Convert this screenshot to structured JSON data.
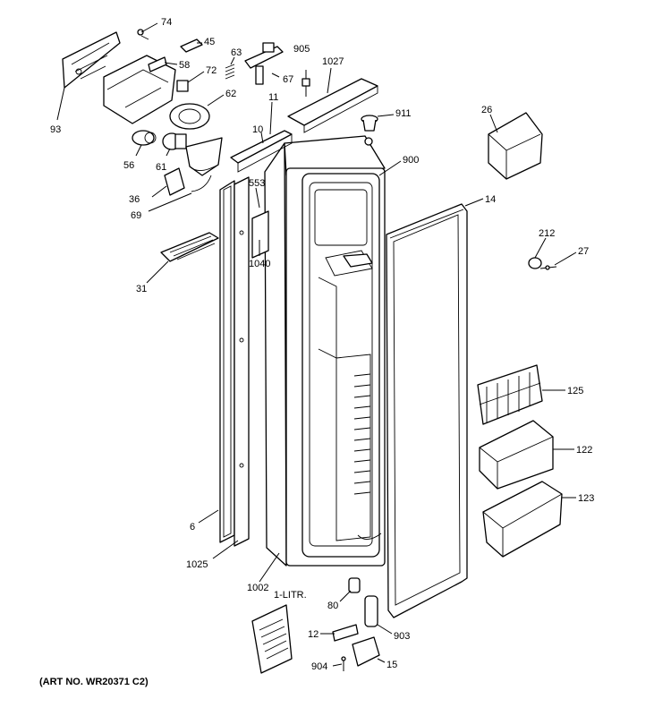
{
  "art_number": "(ART NO. WR20371 C2)",
  "manual_label": "1-LITR.",
  "labels": {
    "p74": "74",
    "p45": "45",
    "p58": "58",
    "p63": "63",
    "p72": "72",
    "p67": "67",
    "p905": "905",
    "p1027": "1027",
    "p93": "93",
    "p62": "62",
    "p11": "11",
    "p911": "911",
    "p26": "26",
    "p10": "10",
    "p56": "56",
    "p61": "61",
    "p900": "900",
    "p553": "553",
    "p36": "36",
    "p69": "69",
    "p14": "14",
    "p212": "212",
    "p27": "27",
    "p1040": "1040",
    "p31": "31",
    "p125": "125",
    "p122": "122",
    "p123": "123",
    "p6": "6",
    "p1025": "1025",
    "p1002": "1002",
    "p80": "80",
    "p12": "12",
    "p903": "903",
    "p904": "904",
    "p15": "15"
  }
}
